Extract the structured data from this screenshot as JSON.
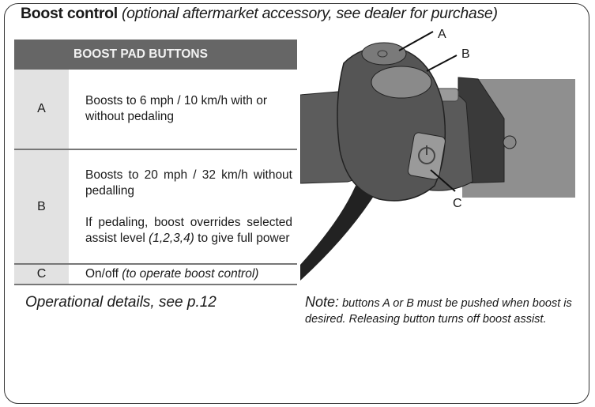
{
  "title": {
    "bold": "Boost control",
    "italic": "(optional aftermarket accessory, see dealer for purchase)"
  },
  "table": {
    "header": "BOOST PAD BUTTONS",
    "rows": [
      {
        "key": "A",
        "text": "Boosts to 6 mph / 10 km/h with or without pedaling"
      },
      {
        "key": "B",
        "text1": "Boosts to 20 mph / 32 km/h without pedalling",
        "text2a": "If pedaling, boost overrides selected assist level",
        "text2b": "(1,2,3,4)",
        "text2c": "to give full power"
      },
      {
        "key": "C",
        "text": "On/off",
        "italic": "(to operate boost control)"
      }
    ]
  },
  "operational": "Operational details, see p.12",
  "note": {
    "label": "Note:",
    "text": "buttons A or B must be pushed when boost is desired. Releasing button turns off boost assist."
  },
  "illustration": {
    "labels": [
      "A",
      "B",
      "C"
    ]
  }
}
